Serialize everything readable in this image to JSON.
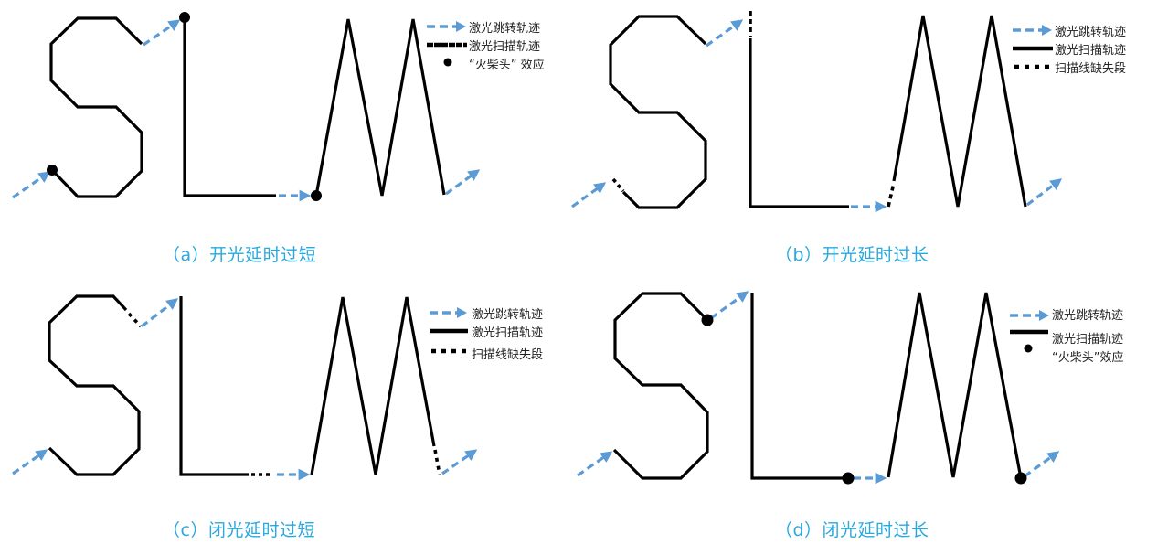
{
  "figure": {
    "colors": {
      "scan_line": "#000000",
      "jump_line": "#5b9bd5",
      "caption": "#29a9e0"
    },
    "legend_labels": {
      "jump": "激光跳转轨迹",
      "scan": "激光扫描轨迹",
      "matchhead": "“火柴头” 效应",
      "missing": "扫描线缺失段"
    },
    "panels": [
      {
        "id": "a",
        "caption": "（a）开光延时过短",
        "legend": [
          {
            "symbol": "jump-arrow",
            "label": "激光跳转轨迹"
          },
          {
            "symbol": "scan-solid",
            "label": "激光扫描轨迹"
          },
          {
            "symbol": "dot",
            "label": "“火柴头” 效应"
          }
        ]
      },
      {
        "id": "b",
        "caption": "（b）开光延时过长",
        "legend": [
          {
            "symbol": "jump-arrow",
            "label": "激光跳转轨迹"
          },
          {
            "symbol": "scan-solid",
            "label": "激光扫描轨迹"
          },
          {
            "symbol": "dotted",
            "label": "扫描线缺失段"
          }
        ]
      },
      {
        "id": "c",
        "caption": "（c）闭光延时过短",
        "legend": [
          {
            "symbol": "jump-arrow",
            "label": "激光跳转轨迹"
          },
          {
            "symbol": "scan-solid",
            "label": "激光扫描轨迹"
          },
          {
            "symbol": "dotted",
            "label": "扫描线缺失段"
          }
        ]
      },
      {
        "id": "d",
        "caption": "（d）闭光延时过长",
        "legend": [
          {
            "symbol": "jump-arrow",
            "label": "激光跳转轨迹"
          },
          {
            "symbol": "scan-solid",
            "label": "激光扫描轨迹"
          },
          {
            "symbol": "dot",
            "label": "“火柴头”效应"
          }
        ]
      }
    ],
    "letters": [
      "S",
      "L",
      "M"
    ]
  }
}
